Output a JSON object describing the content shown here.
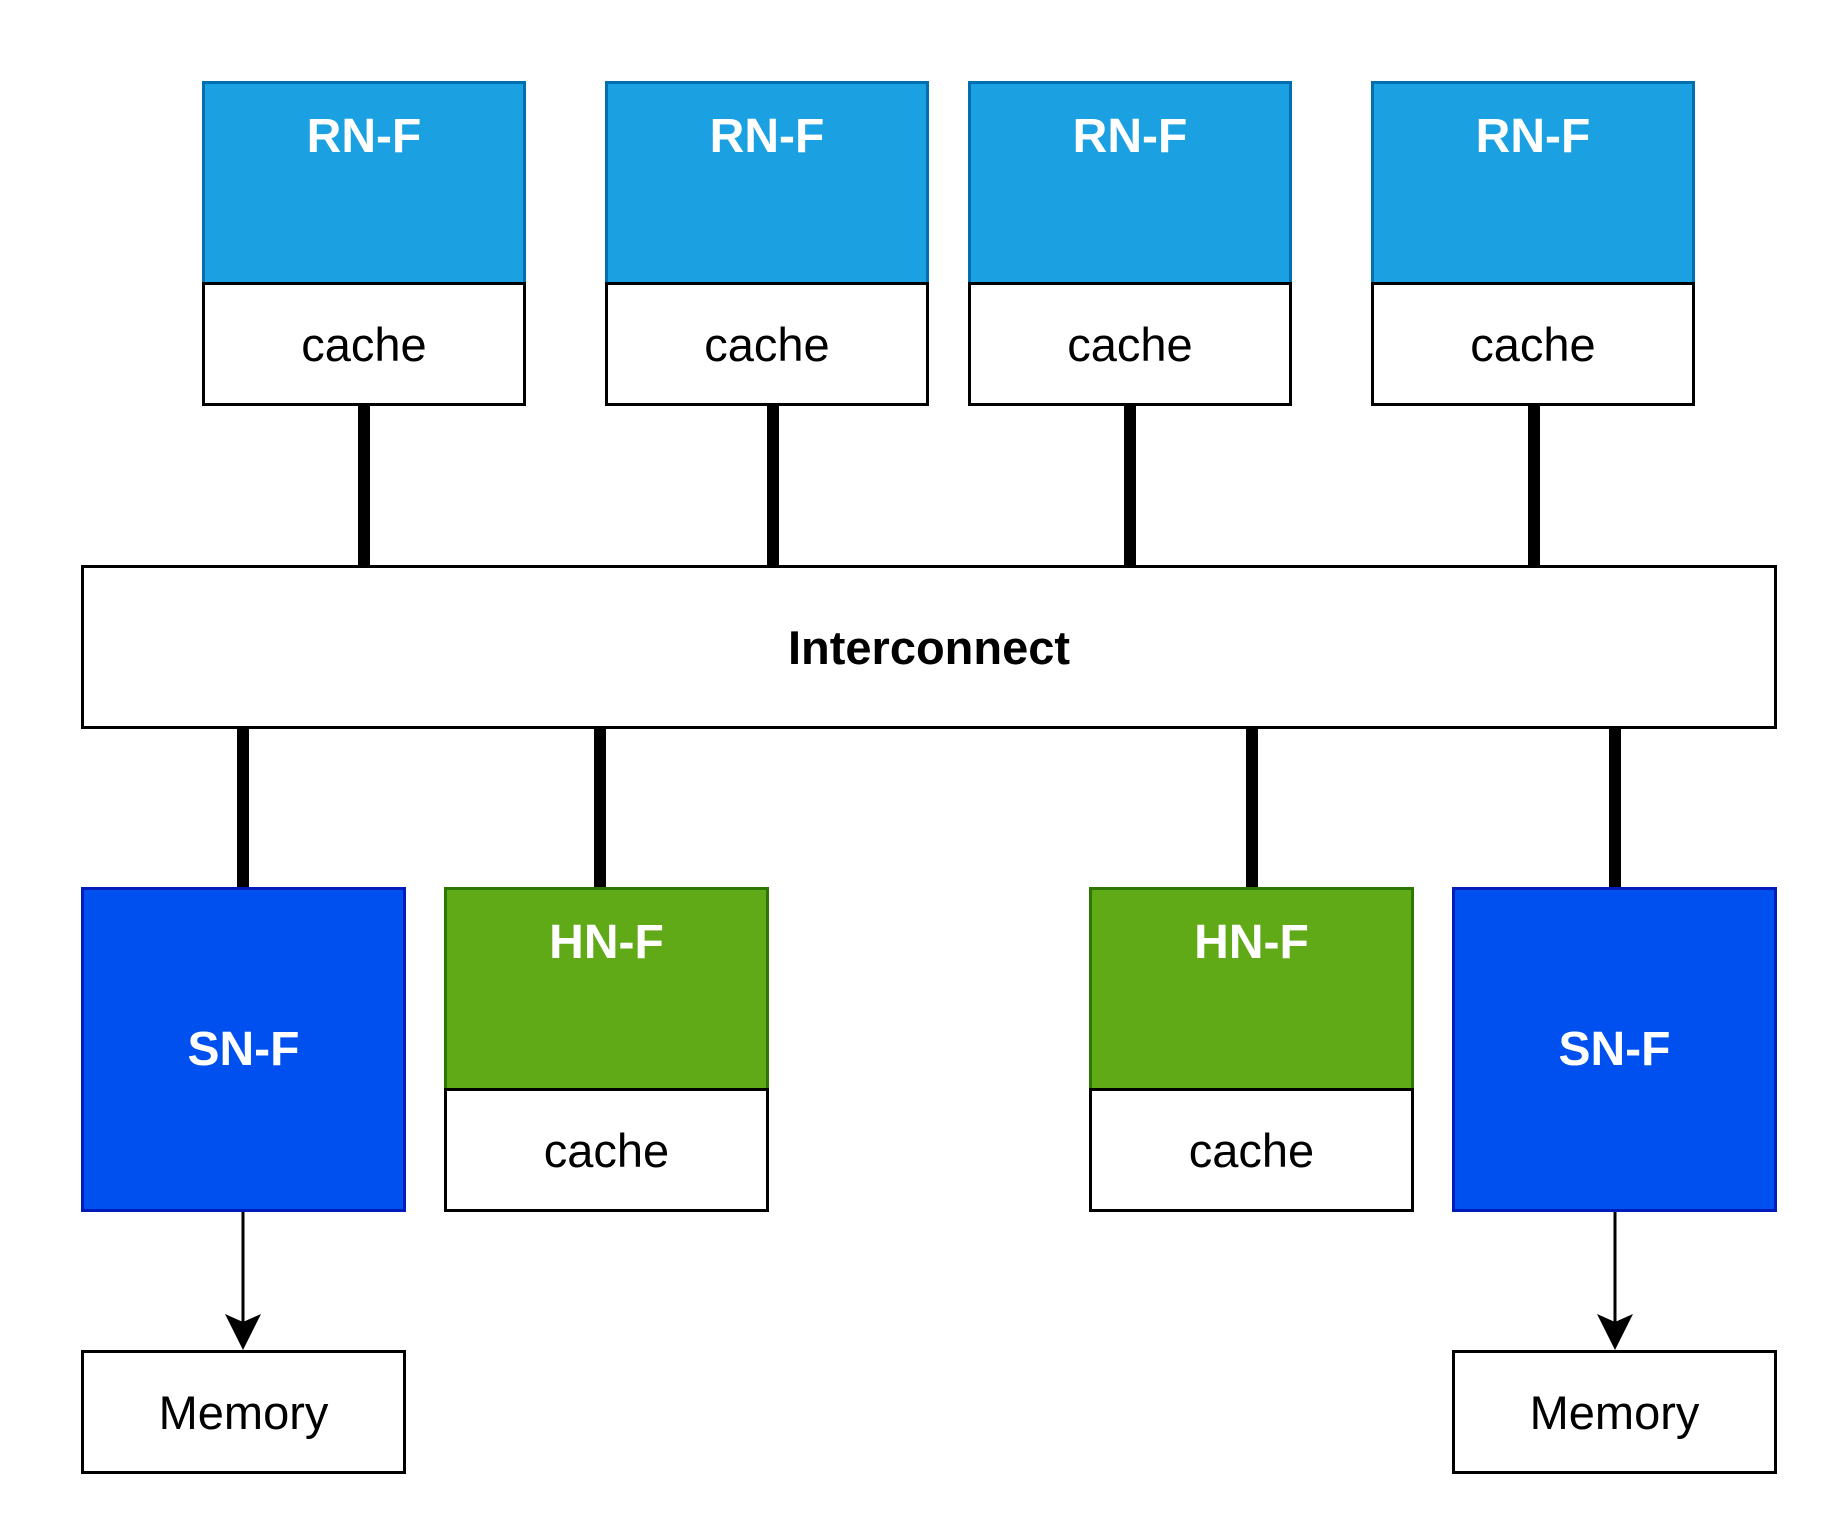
{
  "colors": {
    "rn_fill": "#1ba1e2",
    "hn_fill": "#60a917",
    "sn_fill": "#0050ef"
  },
  "request_nodes": [
    {
      "label": "RN-F",
      "cache": "cache"
    },
    {
      "label": "RN-F",
      "cache": "cache"
    },
    {
      "label": "RN-F",
      "cache": "cache"
    },
    {
      "label": "RN-F",
      "cache": "cache"
    }
  ],
  "interconnect": {
    "label": "Interconnect"
  },
  "home_nodes": [
    {
      "label": "HN-F",
      "cache": "cache"
    },
    {
      "label": "HN-F",
      "cache": "cache"
    }
  ],
  "slave_nodes": [
    {
      "label": "SN-F",
      "memory": "Memory"
    },
    {
      "label": "SN-F",
      "memory": "Memory"
    }
  ]
}
